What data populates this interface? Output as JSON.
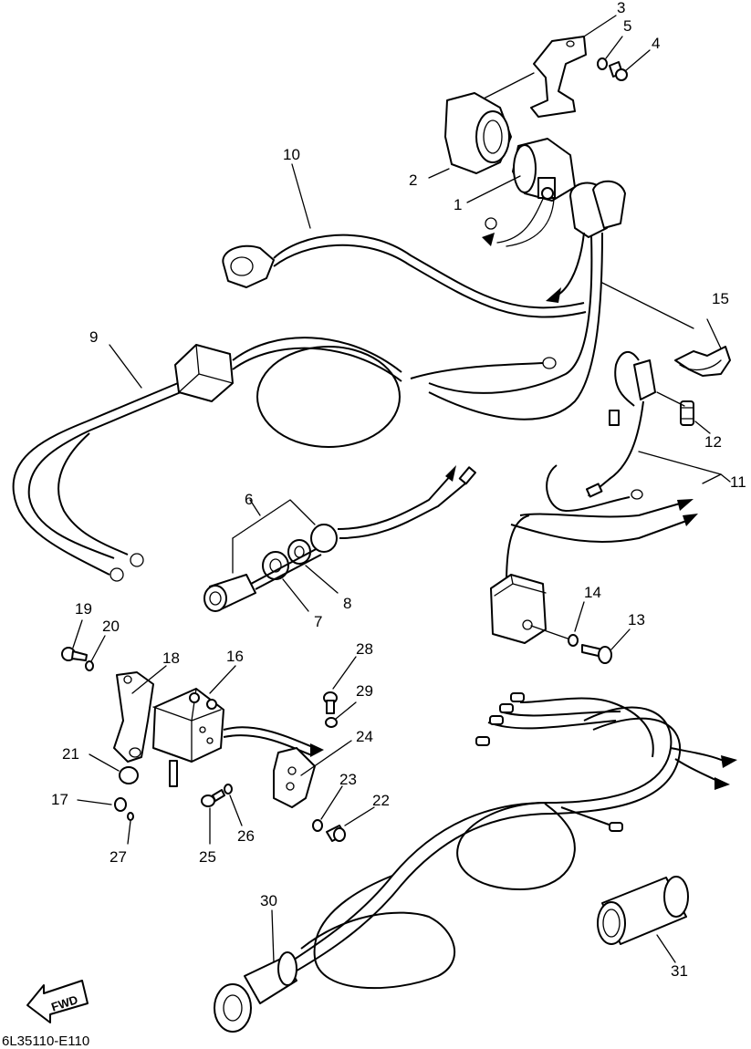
{
  "diagram": {
    "drawing_code": "6L35110-E110",
    "direction_label": "FWD",
    "parts": [
      {
        "no": "1"
      },
      {
        "no": "2"
      },
      {
        "no": "3"
      },
      {
        "no": "4"
      },
      {
        "no": "5"
      },
      {
        "no": "6"
      },
      {
        "no": "7"
      },
      {
        "no": "8"
      },
      {
        "no": "9"
      },
      {
        "no": "10"
      },
      {
        "no": "11"
      },
      {
        "no": "12"
      },
      {
        "no": "13"
      },
      {
        "no": "14"
      },
      {
        "no": "15"
      },
      {
        "no": "16"
      },
      {
        "no": "17"
      },
      {
        "no": "18"
      },
      {
        "no": "19"
      },
      {
        "no": "20"
      },
      {
        "no": "21"
      },
      {
        "no": "22"
      },
      {
        "no": "23"
      },
      {
        "no": "24"
      },
      {
        "no": "25"
      },
      {
        "no": "26"
      },
      {
        "no": "27"
      },
      {
        "no": "28"
      },
      {
        "no": "29"
      },
      {
        "no": "30"
      },
      {
        "no": "31"
      }
    ]
  }
}
